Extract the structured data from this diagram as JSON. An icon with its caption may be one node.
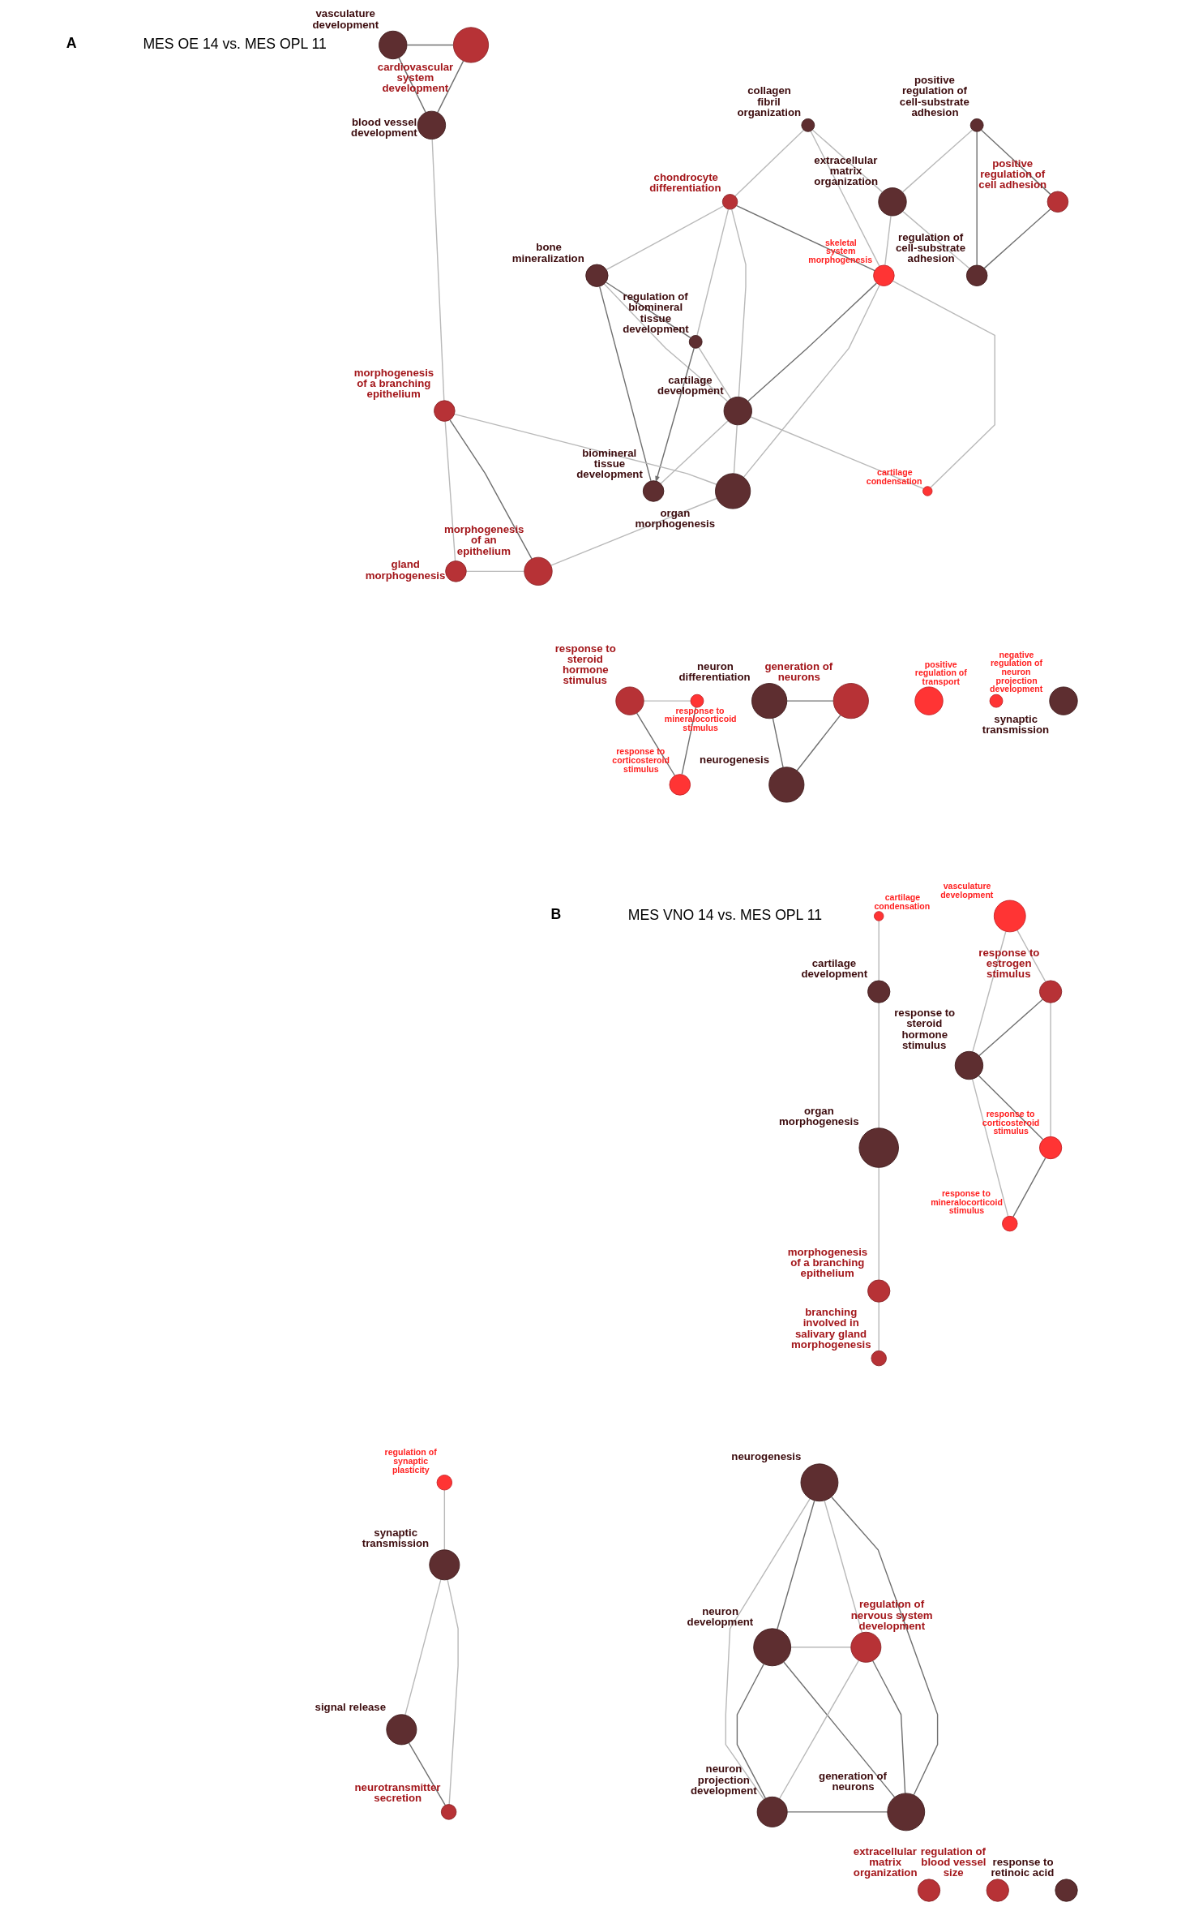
{
  "diagram": {
    "nodes": [
      {
        "text": [
          "vasculature development"
        ]
      },
      {
        "text": [
          "cardiovascular system development"
        ]
      },
      {
        "text": [
          "collagen fibril organization"
        ]
      },
      {
        "text": [
          "blood vessel development"
        ]
      },
      {
        "text": [
          "positive regulation of cell-substrate adhesion"
        ]
      },
      {
        "text": [
          "extracellular matrix organization"
        ]
      },
      {
        "text": [
          "positive regulation of cell adhesion"
        ]
      },
      {
        "text": [
          "chondrocyte differentiation"
        ]
      },
      {
        "text": [
          "bone mineralization"
        ]
      },
      {
        "text": [
          "regulation of cell-substrate adhesion"
        ]
      },
      {
        "text": [
          "skeletal system morphogenesis"
        ]
      },
      {
        "text": [
          "regulation of biomineral tissue development"
        ]
      },
      {
        "text": [
          "cartilage development"
        ]
      },
      {
        "text": [
          "morphogenesis of a branching epithelium"
        ]
      },
      {
        "text": [
          "cartilage condensation"
        ]
      },
      {
        "text": [
          "biomineral tissue development"
        ]
      },
      {
        "text": [
          "organ morphogenesis"
        ]
      },
      {
        "text": [
          "morphogenesis of an epithelium"
        ]
      },
      {
        "text": [
          "gland morphogenesis"
        ]
      },
      {
        "text": [
          "response to steroid hormone stimulus"
        ]
      },
      {
        "text": [
          "response to mineralocorticoid stimulus"
        ]
      },
      {
        "text": [
          "neuron differentiation"
        ]
      },
      {
        "text": [
          "generation of neurons"
        ]
      },
      {
        "text": [
          "positive regulation of transport"
        ]
      },
      {
        "text": [
          "negative regulation of neuron projection development"
        ]
      },
      {
        "text": [
          "synaptic transmission"
        ]
      },
      {
        "text": [
          "response to corticosteroid stimulus"
        ]
      },
      {
        "text": [
          "neurogenesis"
        ]
      },
      {
        "text": [
          "cartilage condensation"
        ]
      },
      {
        "text": [
          "vasculature development"
        ]
      },
      {
        "text": [
          "cartilage development"
        ]
      },
      {
        "text": [
          "response to estrogen stimulus"
        ]
      },
      {
        "text": [
          "response to steroid hormone stimulus"
        ]
      },
      {
        "text": [
          "organ morphogenesis"
        ]
      },
      {
        "text": [
          "response to corticosteroid stimulus"
        ]
      },
      {
        "text": [
          "response to mineralocorticoid stimulus"
        ]
      },
      {
        "text": [
          "morphogenesis of a branching epithelium"
        ]
      },
      {
        "text": [
          "branching involved in salivary gland morphogenesis"
        ]
      },
      {
        "text": [
          "regulation of synaptic plasticity"
        ]
      },
      {
        "text": [
          "neurogenesis"
        ]
      },
      {
        "text": [
          "synaptic transmission"
        ]
      },
      {
        "text": [
          "neuron development"
        ]
      },
      {
        "text": [
          "regulation of nervous system development"
        ]
      },
      {
        "text": [
          "signal release"
        ]
      },
      {
        "text": [
          "neuron projection development"
        ]
      },
      {
        "text": [
          "generation of neurons"
        ]
      },
      {
        "text": [
          "neurotransmitter secretion"
        ]
      },
      {
        "text": [
          "extracellular matrix organization"
        ]
      },
      {
        "text": [
          "regulation of blood vessel size"
        ]
      },
      {
        "text": [
          "response to retinoic acid"
        ]
      }
    ],
    "edges": [
      {
        "from": 0,
        "to": 1,
        "arrow": "none",
        "color": "#707070"
      },
      {
        "from": 0,
        "to": 3,
        "arrow": "none",
        "color": "#707070"
      },
      {
        "from": 1,
        "to": 3,
        "arrow": "none",
        "color": "#707070"
      },
      {
        "from": 2,
        "to": 5,
        "arrow": "none"
      },
      {
        "from": 2,
        "to": 7,
        "arrow": "none"
      },
      {
        "from": 2,
        "to": 10,
        "arrow": "none"
      },
      {
        "from": 3,
        "to": 13,
        "arrow": "none"
      },
      {
        "from": 4,
        "to": 5,
        "arrow": "none"
      },
      {
        "from": 4,
        "to": 9,
        "arrow": "none",
        "color": "#707070"
      },
      {
        "from": 4,
        "to": 6,
        "arrow": "none",
        "color": "#707070"
      },
      {
        "from": 5,
        "to": 9,
        "arrow": "none"
      },
      {
        "from": 5,
        "to": 10,
        "arrow": "none"
      },
      {
        "from": 6,
        "to": 9,
        "arrow": "none",
        "color": "#707070"
      },
      {
        "from": 7,
        "to": 8,
        "arrow": "none"
      },
      {
        "from": 7,
        "to": 10,
        "arrow": "none",
        "color": "#707070"
      },
      {
        "from": 7,
        "to": 12,
        "arrow": "none"
      },
      {
        "from": 7,
        "to": 11,
        "arrow": "none"
      },
      {
        "from": 8,
        "to": 11,
        "arrow": "none",
        "color": "#707070"
      },
      {
        "from": 8,
        "to": 15,
        "arrow": "none",
        "color": "#707070"
      },
      {
        "from": 8,
        "to": 12,
        "arrow": "none"
      },
      {
        "from": 11,
        "to": 15,
        "arrow": "to",
        "color": "#707070"
      },
      {
        "from": 11,
        "to": 12,
        "arrow": "none"
      },
      {
        "from": 12,
        "to": 15,
        "arrow": "none"
      },
      {
        "from": 10,
        "to": 12,
        "arrow": "none",
        "color": "#707070"
      },
      {
        "from": 12,
        "to": 14,
        "arrow": "none"
      },
      {
        "from": 12,
        "to": 16,
        "arrow": "none"
      },
      {
        "from": 10,
        "to": 14,
        "arrow": "none"
      },
      {
        "from": 10,
        "to": 16,
        "arrow": "none"
      },
      {
        "from": 13,
        "to": 16,
        "arrow": "none"
      },
      {
        "from": 16,
        "to": 17,
        "arrow": "none"
      },
      {
        "from": 13,
        "to": 17,
        "arrow": "none",
        "color": "#707070"
      },
      {
        "from": 13,
        "to": 18,
        "arrow": "none"
      },
      {
        "from": 18,
        "to": 17,
        "arrow": "none"
      },
      {
        "from": 19,
        "to": 20,
        "arrow": "none"
      },
      {
        "from": 19,
        "to": 26,
        "arrow": "none",
        "color": "#707070"
      },
      {
        "from": 20,
        "to": 26,
        "arrow": "none",
        "color": "#707070"
      },
      {
        "from": 21,
        "to": 22,
        "arrow": "none",
        "color": "#707070"
      },
      {
        "from": 21,
        "to": 27,
        "arrow": "none",
        "color": "#707070"
      },
      {
        "from": 22,
        "to": 27,
        "arrow": "none",
        "color": "#707070"
      },
      {
        "from": 28,
        "to": 30,
        "arrow": "none"
      },
      {
        "from": 30,
        "to": 33,
        "arrow": "none"
      },
      {
        "from": 33,
        "to": 36,
        "arrow": "none"
      },
      {
        "from": 36,
        "to": 37,
        "arrow": "none"
      },
      {
        "from": 29,
        "to": 31,
        "arrow": "none"
      },
      {
        "from": 29,
        "to": 32,
        "arrow": "none"
      },
      {
        "from": 31,
        "to": 32,
        "arrow": "none",
        "color": "#707070"
      },
      {
        "from": 31,
        "to": 34,
        "arrow": "none"
      },
      {
        "from": 32,
        "to": 34,
        "arrow": "none",
        "color": "#707070"
      },
      {
        "from": 32,
        "to": 35,
        "arrow": "none"
      },
      {
        "from": 34,
        "to": 35,
        "arrow": "none",
        "color": "#707070"
      },
      {
        "from": 38,
        "to": 40,
        "arrow": "none"
      },
      {
        "from": 40,
        "to": 43,
        "arrow": "none"
      },
      {
        "from": 40,
        "to": 46,
        "arrow": "none"
      },
      {
        "from": 43,
        "to": 46,
        "arrow": "none",
        "color": "#707070"
      },
      {
        "from": 39,
        "to": 41,
        "arrow": "none",
        "color": "#707070"
      },
      {
        "from": 39,
        "to": 42,
        "arrow": "none"
      },
      {
        "from": 39,
        "to": 44,
        "arrow": "none"
      },
      {
        "from": 39,
        "to": 45,
        "arrow": "none",
        "color": "#707070"
      },
      {
        "from": 41,
        "to": 42,
        "arrow": "none"
      },
      {
        "from": 41,
        "to": 44,
        "arrow": "none",
        "color": "#707070"
      },
      {
        "from": 41,
        "to": 45,
        "arrow": "none",
        "color": "#707070"
      },
      {
        "from": 42,
        "to": 44,
        "arrow": "none"
      },
      {
        "from": 42,
        "to": 45,
        "arrow": "none",
        "color": "#707070"
      },
      {
        "from": 44,
        "to": 45,
        "arrow": "none",
        "color": "#707070"
      }
    ],
    "labels": [
      "A",
      "MES OE 14 vs. MES OPL 11",
      "B",
      "MES VNO 14 vs. MES OPL 11"
    ]
  }
}
